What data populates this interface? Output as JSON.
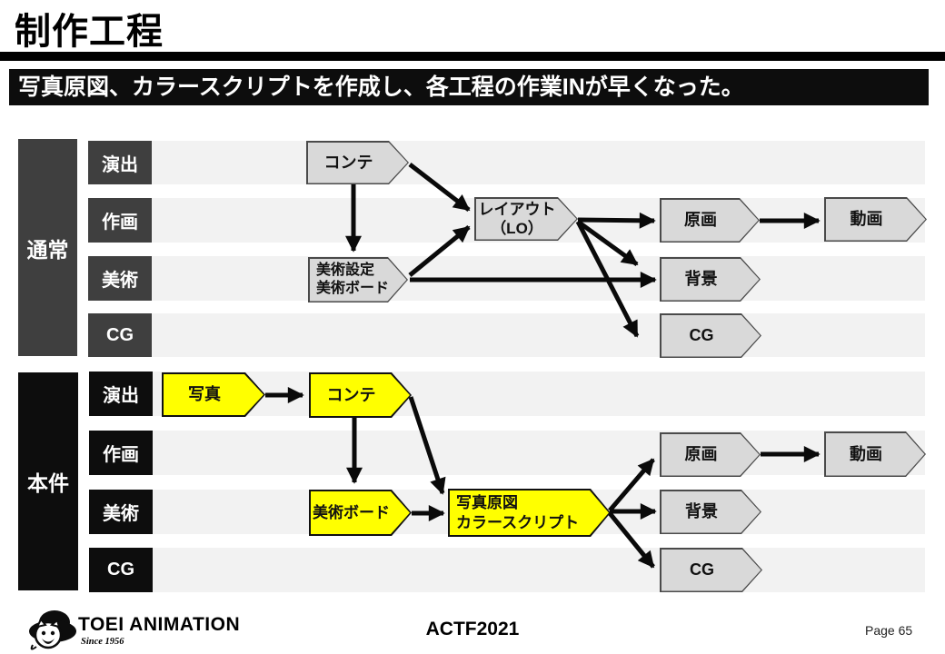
{
  "slide": {
    "title": "制作工程",
    "banner": "写真原図、カラースクリプトを作成し、各工程の作業INが早くなった。"
  },
  "colors": {
    "section_normal_bg": "#3f3f3f",
    "section_case_bg": "#0d0d0d",
    "row_stripe": "#f2f2f2",
    "box_gray_fill": "#d9d9d9",
    "box_gray_border": "#4a4a4a",
    "box_yellow_fill": "#ffff00",
    "box_yellow_border": "#111111"
  },
  "diagram": {
    "normal": {
      "section_label": "通常",
      "row_labels": [
        "演出",
        "作画",
        "美術",
        "CG"
      ],
      "boxes": {
        "conte": "コンテ",
        "layout": [
          "レイアウト",
          "（LO）"
        ],
        "art_setting": [
          "美術設定",
          "美術ボード"
        ],
        "genga": "原画",
        "douga": "動画",
        "haikei": "背景",
        "cg": "CG"
      }
    },
    "this_case": {
      "section_label": "本件",
      "row_labels": [
        "演出",
        "作画",
        "美術",
        "CG"
      ],
      "boxes": {
        "shashin": "写真",
        "conte": "コンテ",
        "art_board": "美術ボード",
        "shashin_genzu": [
          "写真原図",
          "カラースクリプト"
        ],
        "genga": "原画",
        "douga": "動画",
        "haikei": "背景",
        "cg": "CG"
      }
    }
  },
  "footer": {
    "logo_name": "TOEI ANIMATION",
    "logo_since": "Since 1956",
    "event": "ACTF2021",
    "page": "Page 65"
  }
}
